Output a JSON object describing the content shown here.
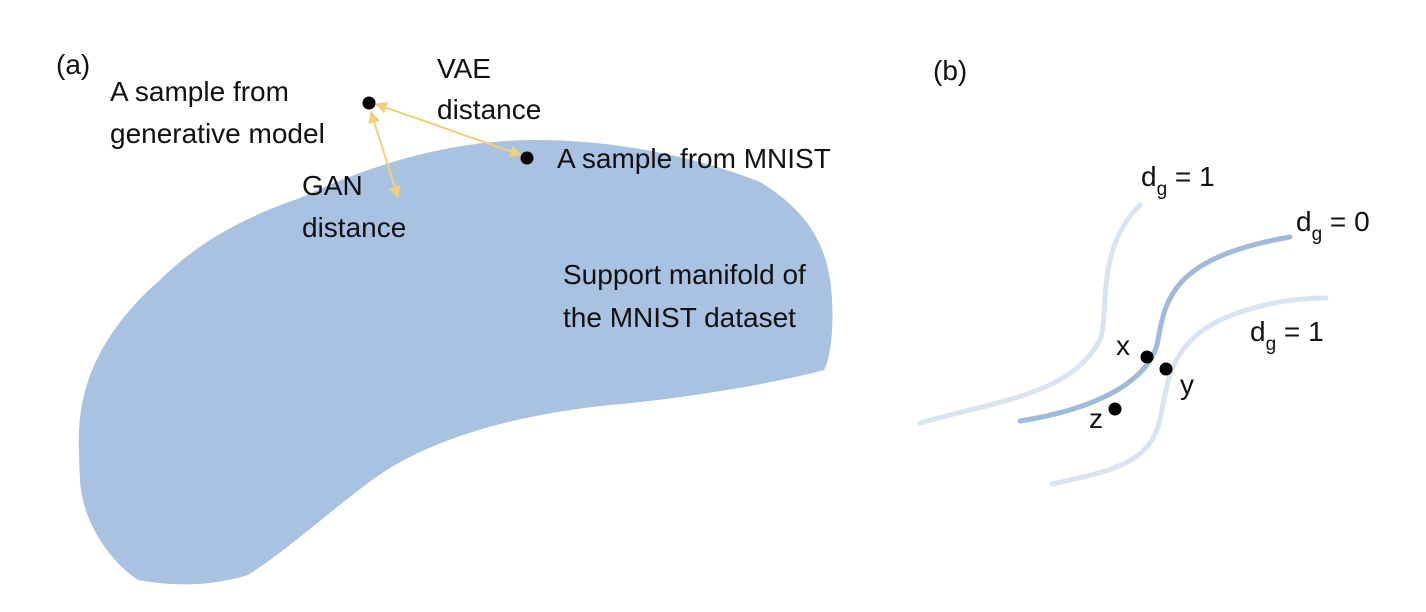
{
  "colors": {
    "manifold_fill": "#a9c2e1",
    "arrow": "#f3cf79",
    "curve_main": "#9fbadb",
    "curve_side": "#d9e4f2",
    "point": "#000000",
    "text": "#111111"
  },
  "panel_a": {
    "label": "(a)",
    "generative_sample": {
      "line1": "A sample from",
      "line2": "generative model"
    },
    "vae_distance": {
      "line1": "VAE",
      "line2": "distance"
    },
    "mnist_sample": "A sample from MNIST",
    "gan_distance": {
      "line1": "GAN",
      "line2": "distance"
    },
    "manifold": {
      "line1": "Support manifold of",
      "line2": "the MNIST dataset"
    }
  },
  "panel_b": {
    "label": "(b)",
    "curves": [
      {
        "d": "d",
        "sub": "g",
        "rest": " = 1"
      },
      {
        "d": "d",
        "sub": "g",
        "rest": " = 0"
      },
      {
        "d": "d",
        "sub": "g",
        "rest": " = 1"
      }
    ],
    "points": [
      "x",
      "y",
      "z"
    ]
  }
}
